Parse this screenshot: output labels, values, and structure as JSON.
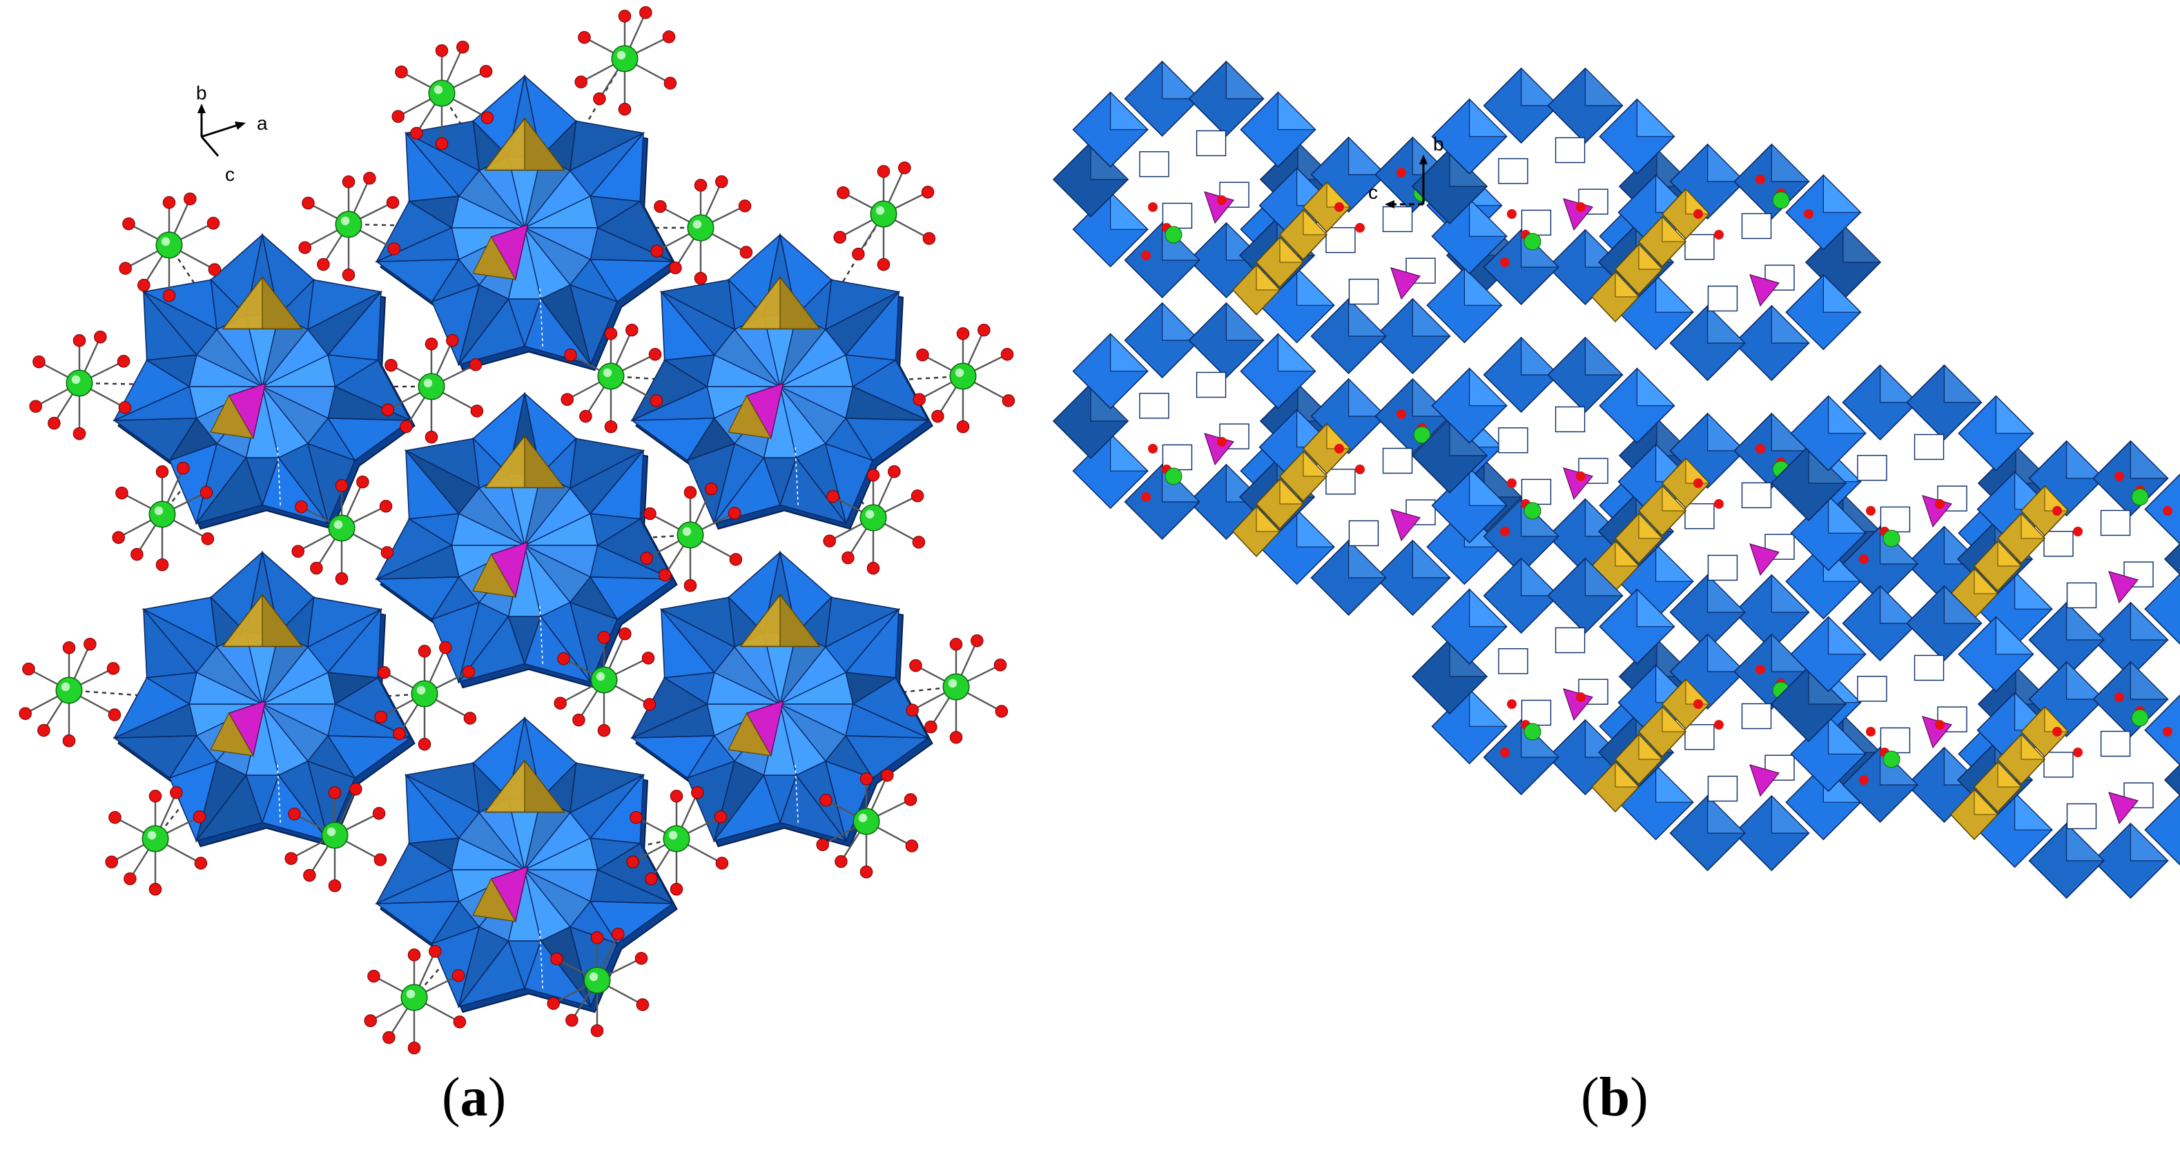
{
  "panel_a": {
    "caption_letter": "a",
    "axes": {
      "up": "b",
      "right": "a",
      "down": "c"
    }
  },
  "panel_b": {
    "caption_letter": "b",
    "axes": {
      "up": "b",
      "left": "c"
    }
  },
  "colors": {
    "polyhedron_blue": "#1e6fd6",
    "polyhedron_blue_dark": "#0b3f8f",
    "polyhedron_blue_light": "#3d8ff0",
    "center_yellow": "#d1a826",
    "center_magenta": "#d21fc9",
    "cation_green": "#22d32b",
    "oxygen_red": "#e81010",
    "bond_dash": "#333333"
  }
}
